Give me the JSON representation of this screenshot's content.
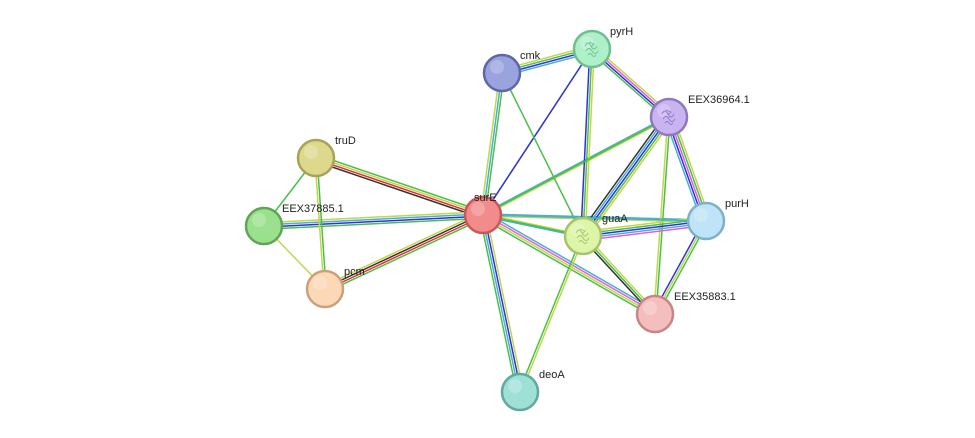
{
  "nodes": [
    {
      "id": "surE",
      "label": "surE",
      "color": "#f28b8b",
      "stroke": "#c65a5a",
      "has_structure": false
    },
    {
      "id": "cmk",
      "label": "cmk",
      "color": "#99a3de",
      "stroke": "#5e67a8",
      "has_structure": false
    },
    {
      "id": "pyrH",
      "label": "pyrH",
      "color": "#aef0c8",
      "stroke": "#6fbf93",
      "has_structure": true
    },
    {
      "id": "EEX36964.1",
      "label": "EEX36964.1",
      "color": "#c9b3f0",
      "stroke": "#8f78c2",
      "has_structure": true
    },
    {
      "id": "truD",
      "label": "truD",
      "color": "#dcd98d",
      "stroke": "#a7a456",
      "has_structure": false
    },
    {
      "id": "EEX37885.1",
      "label": "EEX37885.1",
      "color": "#9be08e",
      "stroke": "#5ea653",
      "has_structure": false
    },
    {
      "id": "pcm",
      "label": "pcm",
      "color": "#fcd8b6",
      "stroke": "#c9a27b",
      "has_structure": false
    },
    {
      "id": "guaA",
      "label": "guaA",
      "color": "#dcf5a8",
      "stroke": "#a5c46c",
      "has_structure": true
    },
    {
      "id": "purH",
      "label": "purH",
      "color": "#bfe3f7",
      "stroke": "#7fb0cb",
      "has_structure": false
    },
    {
      "id": "EEX35883.1",
      "label": "EEX35883.1",
      "color": "#f5bebe",
      "stroke": "#c78585",
      "has_structure": false
    },
    {
      "id": "deoA",
      "label": "deoA",
      "color": "#9ee0d6",
      "stroke": "#5fa99e",
      "has_structure": false
    }
  ],
  "edges": [
    {
      "from": "surE",
      "to": "truD",
      "colors": [
        "#333333",
        "#e83030",
        "#c3d64a",
        "#4ac04a"
      ]
    },
    {
      "from": "surE",
      "to": "EEX37885.1",
      "colors": [
        "#4ac04a",
        "#3030e0",
        "#4ab0d0",
        "#c3d64a"
      ]
    },
    {
      "from": "surE",
      "to": "pcm",
      "colors": [
        "#4ac04a",
        "#e83030",
        "#333333",
        "#c3d64a"
      ]
    },
    {
      "from": "surE",
      "to": "cmk",
      "colors": [
        "#c3d64a",
        "#4ab0d0",
        "#4ac04a"
      ]
    },
    {
      "from": "surE",
      "to": "pyrH",
      "colors": [
        "#c3d64a"
      ]
    },
    {
      "from": "surE",
      "to": "EEX36964.1",
      "colors": [
        "#4ab0d0",
        "#c3d64a"
      ]
    },
    {
      "from": "surE",
      "to": "guaA",
      "colors": [
        "#c3d64a",
        "#4ab0d0"
      ]
    },
    {
      "from": "surE",
      "to": "purH",
      "colors": [
        "#4ab0d0",
        "#c3d64a"
      ]
    },
    {
      "from": "surE",
      "to": "EEX35883.1",
      "colors": [
        "#4ab0d0",
        "#e060e0",
        "#c3d64a",
        "#4ac04a"
      ]
    },
    {
      "from": "surE",
      "to": "deoA",
      "colors": [
        "#c3d64a",
        "#3030e0",
        "#4ab0d0",
        "#4ac04a"
      ]
    },
    {
      "from": "surE",
      "to": "guaA",
      "colors": [
        "#4ac04a"
      ]
    },
    {
      "from": "surE",
      "to": "pyrH",
      "colors": [
        "#3030e0"
      ]
    },
    {
      "from": "cmk",
      "to": "pyrH",
      "colors": [
        "#c3d64a",
        "#4ac04a",
        "#3030e0",
        "#4ab0d0"
      ]
    },
    {
      "from": "cmk",
      "to": "guaA",
      "colors": [
        "#4ac04a"
      ]
    },
    {
      "from": "pyrH",
      "to": "EEX36964.1",
      "colors": [
        "#c3d64a",
        "#e060e0",
        "#3030e0",
        "#4ac04a"
      ]
    },
    {
      "from": "pyrH",
      "to": "guaA",
      "colors": [
        "#c3d64a",
        "#4ac04a",
        "#3030e0"
      ]
    },
    {
      "from": "EEX36964.1",
      "to": "purH",
      "colors": [
        "#c3d64a",
        "#4ac04a",
        "#e060e0",
        "#3030e0",
        "#4ab0d0"
      ]
    },
    {
      "from": "EEX36964.1",
      "to": "guaA",
      "colors": [
        "#c3d64a",
        "#4ac04a",
        "#3030e0",
        "#4ab0d0",
        "#333333"
      ]
    },
    {
      "from": "EEX36964.1",
      "to": "EEX35883.1",
      "colors": [
        "#4ac04a",
        "#c3d64a"
      ]
    },
    {
      "from": "guaA",
      "to": "purH",
      "colors": [
        "#c3d64a",
        "#4ac04a",
        "#3030e0",
        "#4ab0d0",
        "#e060e0"
      ]
    },
    {
      "from": "guaA",
      "to": "EEX35883.1",
      "colors": [
        "#c3d64a",
        "#4ac04a",
        "#333333"
      ]
    },
    {
      "from": "purH",
      "to": "EEX35883.1",
      "colors": [
        "#4ac04a",
        "#c3d64a",
        "#3030e0"
      ]
    },
    {
      "from": "guaA",
      "to": "deoA",
      "colors": [
        "#c3d64a",
        "#4ac04a"
      ]
    },
    {
      "from": "surE",
      "to": "EEX36964.1",
      "colors": [
        "#4ac04a"
      ]
    },
    {
      "from": "surE",
      "to": "purH",
      "colors": [
        "#4ab0d0"
      ]
    },
    {
      "from": "truD",
      "to": "EEX37885.1",
      "colors": [
        "#4ac04a"
      ]
    },
    {
      "from": "truD",
      "to": "pcm",
      "colors": [
        "#4ac04a",
        "#c3d64a"
      ]
    },
    {
      "from": "EEX37885.1",
      "to": "pcm",
      "colors": [
        "#c3d64a"
      ]
    }
  ]
}
